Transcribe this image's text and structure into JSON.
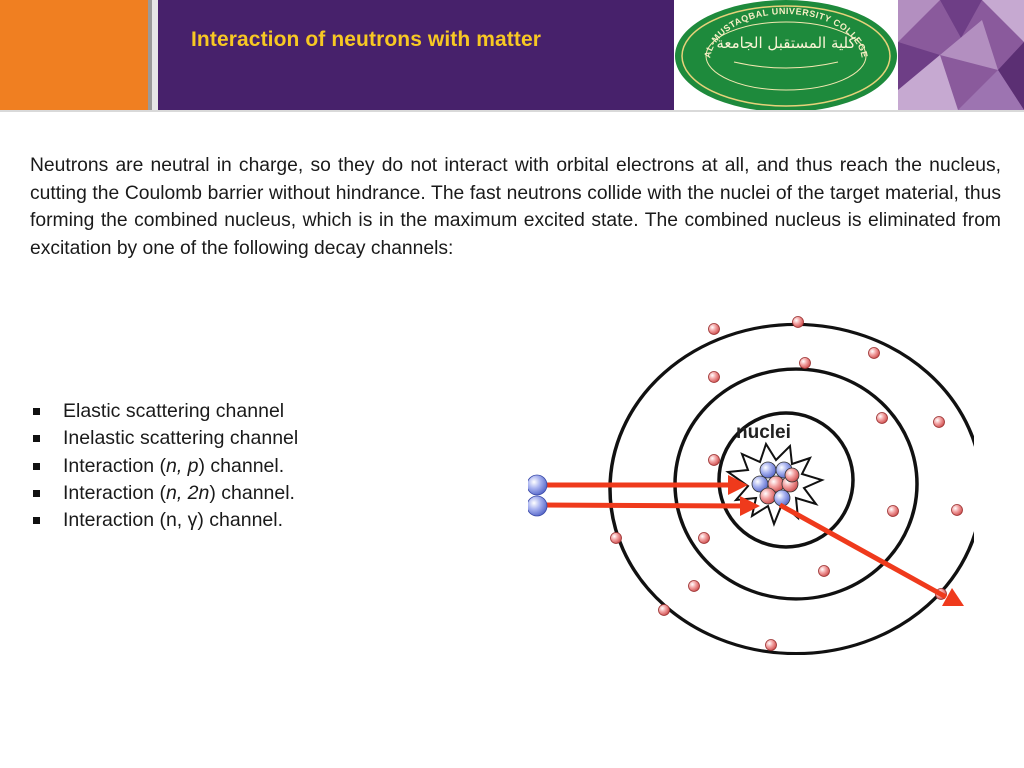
{
  "header": {
    "title": "Interaction of neutrons with matter",
    "logo_arabic_text": "كلية المستقبل الجامعة",
    "logo_latin_text": "AL-MUSTAQBAL UNIVERSITY COLLEGE",
    "colors": {
      "orange": "#f07f21",
      "purple": "#47216b",
      "title": "#f7c823",
      "logo_green": "#1e8a3c"
    }
  },
  "body": {
    "paragraph": "Neutrons are neutral in charge, so they do not interact with orbital electrons at all, and thus reach the nucleus, cutting the Coulomb barrier without hindrance. The fast neutrons collide with the nuclei of the target material, thus forming the combined nucleus, which is in the maximum excited state. The combined nucleus is eliminated from excitation by one of the following decay channels:",
    "bullets": [
      {
        "pre": "Elastic scattering channel",
        "em": "",
        "post": ""
      },
      {
        "pre": "Inelastic scattering channel",
        "em": "",
        "post": ""
      },
      {
        "pre": "Interaction (",
        "em": "n, p",
        "post": ") channel."
      },
      {
        "pre": "Interaction (",
        "em": "n, 2n",
        "post": ") channel."
      },
      {
        "pre": "Interaction (n, γ) channel.",
        "em": "",
        "post": ""
      }
    ]
  },
  "diagram": {
    "nucleus_label": "nuclei",
    "colors": {
      "arrow": "#ef3a1c",
      "electron": "#e06a6a",
      "neutron": "#8c99e6",
      "orbit": "#111111"
    }
  }
}
